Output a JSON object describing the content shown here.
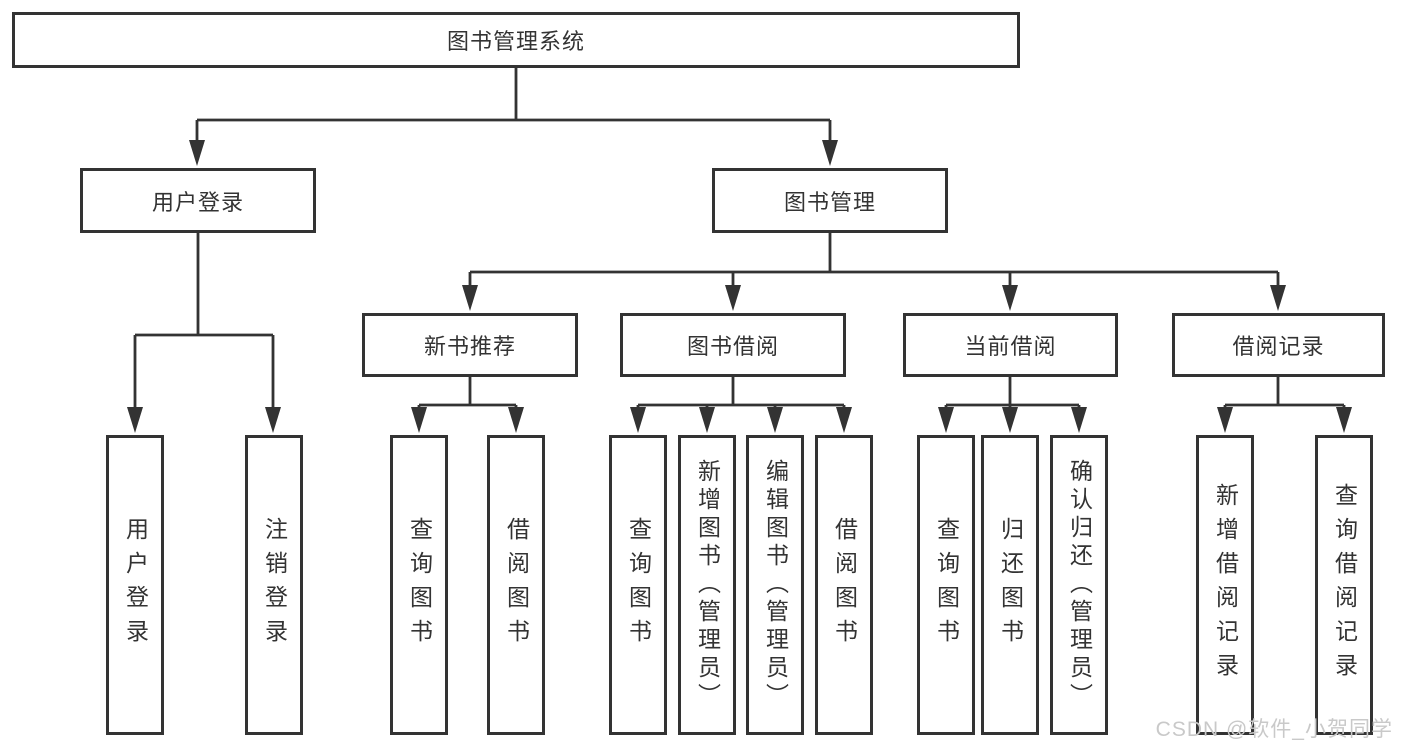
{
  "diagram": {
    "root": {
      "label": "图书管理系统"
    },
    "branches": [
      {
        "label": "用户登录",
        "children": [
          {
            "label": "用户登录"
          },
          {
            "label": "注销登录"
          }
        ]
      },
      {
        "label": "图书管理",
        "children": [
          {
            "label": "新书推荐",
            "children": [
              {
                "label": "查询图书"
              },
              {
                "label": "借阅图书"
              }
            ]
          },
          {
            "label": "图书借阅",
            "children": [
              {
                "label": "查询图书"
              },
              {
                "label": "新增图书（管理员）"
              },
              {
                "label": "编辑图书（管理员）"
              },
              {
                "label": "借阅图书"
              }
            ]
          },
          {
            "label": "当前借阅",
            "children": [
              {
                "label": "查询图书"
              },
              {
                "label": "归还图书"
              },
              {
                "label": "确认归还（管理员）"
              }
            ]
          },
          {
            "label": "借阅记录",
            "children": [
              {
                "label": "新增借阅记录"
              },
              {
                "label": "查询借阅记录"
              }
            ]
          }
        ]
      }
    ]
  },
  "watermark": {
    "text": "CSDN @软件_小贺同学"
  },
  "colors": {
    "line": "#333333",
    "box_border": "#333333",
    "box_fill": "#ffffff",
    "text": "#333333",
    "watermark": "#c9c9c9",
    "background": "#ffffff"
  }
}
